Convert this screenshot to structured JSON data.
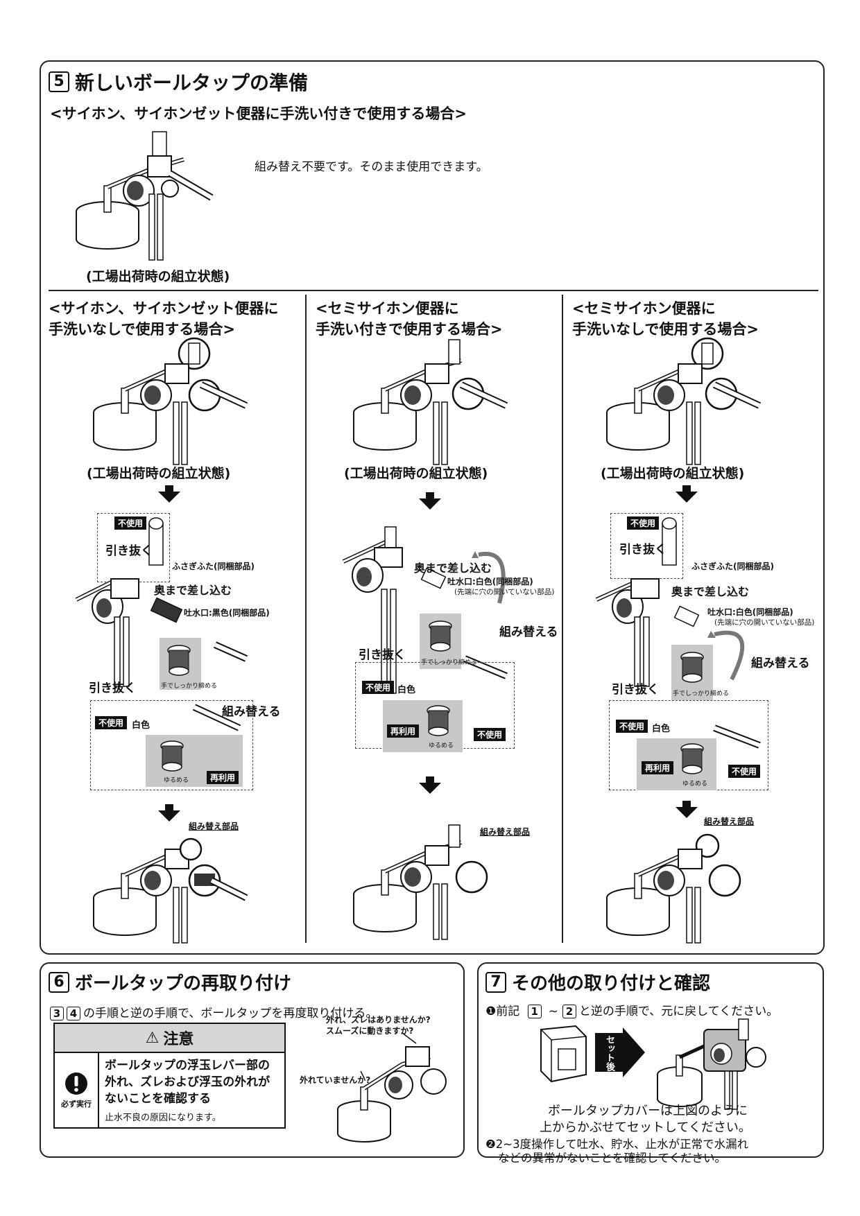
{
  "section5": {
    "num": "5",
    "title": "新しいボールタップの準備",
    "case_top": "<サイホン、サイホンゼット便器に手洗い付きで使用する場合>",
    "top_note": "組み替え不要です。そのまま使用できます。",
    "factory_caption": "(工場出荷時の組立状態)",
    "columns": [
      {
        "heading": "<サイホン、サイホンゼット便器に\n 手洗いなしで使用する場合>",
        "factory_caption": "(工場出荷時の組立状態)",
        "tag_unused": "不使用",
        "pull_out": "引き抜く",
        "cap_label": "ふさぎふた(同梱部品)",
        "push_in": "奥まで差し込む",
        "spout_label": "吐水口:黒色(同梱部品)",
        "tighten": "手でしっかり締める",
        "pull_out2": "引き抜く",
        "tag_unused2": "不使用",
        "white": "白色",
        "reassemble": "組み替える",
        "loosen": "ゆるめる",
        "tag_reuse": "再利用",
        "parts_label": "組み替え部品"
      },
      {
        "heading": "<セミサイホン便器に\n 手洗い付きで使用する場合>",
        "factory_caption": "(工場出荷時の組立状態)",
        "push_in": "奥まで差し込む",
        "spout_label": "吐水口:白色(同梱部品)",
        "spout_note": "(先端に穴の開いていない部品)",
        "tighten": "手でしっかり締める",
        "reassemble": "組み替える",
        "pull_out": "引き抜く",
        "tag_unused": "不使用",
        "white": "白色",
        "tag_reuse": "再利用",
        "loosen": "ゆるめる",
        "tag_unused2": "不使用",
        "parts_label": "組み替え部品"
      },
      {
        "heading": "<セミサイホン便器に\n 手洗いなしで使用する場合>",
        "factory_caption": "(工場出荷時の組立状態)",
        "tag_unused": "不使用",
        "pull_out": "引き抜く",
        "cap_label": "ふさぎふた(同梱部品)",
        "push_in": "奥まで差し込む",
        "spout_label": "吐水口:白色(同梱部品)",
        "spout_note": "(先端に穴の開いていない部品)",
        "tighten": "手でしっかり締める",
        "reassemble": "組み替える",
        "pull_out2": "引き抜く",
        "tag_unused2": "不使用",
        "white": "白色",
        "tag_reuse": "再利用",
        "loosen": "ゆるめる",
        "tag_unused3": "不使用",
        "parts_label": "組み替え部品"
      }
    ]
  },
  "section6": {
    "num": "6",
    "title": "ボールタップの再取り付け",
    "step_ref_a": "3",
    "step_ref_b": "4",
    "instruction": "の手順と逆の手順で、ボールタップを再度取り付ける。",
    "caution": {
      "title": "注意",
      "main": "ボールタップの浮玉レバー部の外れ、ズレおよび浮玉の外れがないことを確認する",
      "sub": "止水不良の原因になります。",
      "must_do": "必ず実行"
    },
    "q1": "外れ、ズレはありませんか?",
    "q2": "スムーズに動きますか?",
    "q3": "外れていませんか?"
  },
  "section7": {
    "num": "7",
    "title": "その他の取り付けと確認",
    "item1_prefix": "❶前記",
    "item1_ref_a": "1",
    "item1_tilde": "~",
    "item1_ref_b": "2",
    "item1_suffix": "と逆の手順で、元に戻してください。",
    "set_after": "セット後",
    "cover_note_1": "ボールタップカバーは上図のように",
    "cover_note_2": "上からかぶせてセットしてください。",
    "item2_line1": "❷2~3度操作して吐水、貯水、止水が正常で水漏れ",
    "item2_line2": "などの異常がないことを確認してください。"
  }
}
